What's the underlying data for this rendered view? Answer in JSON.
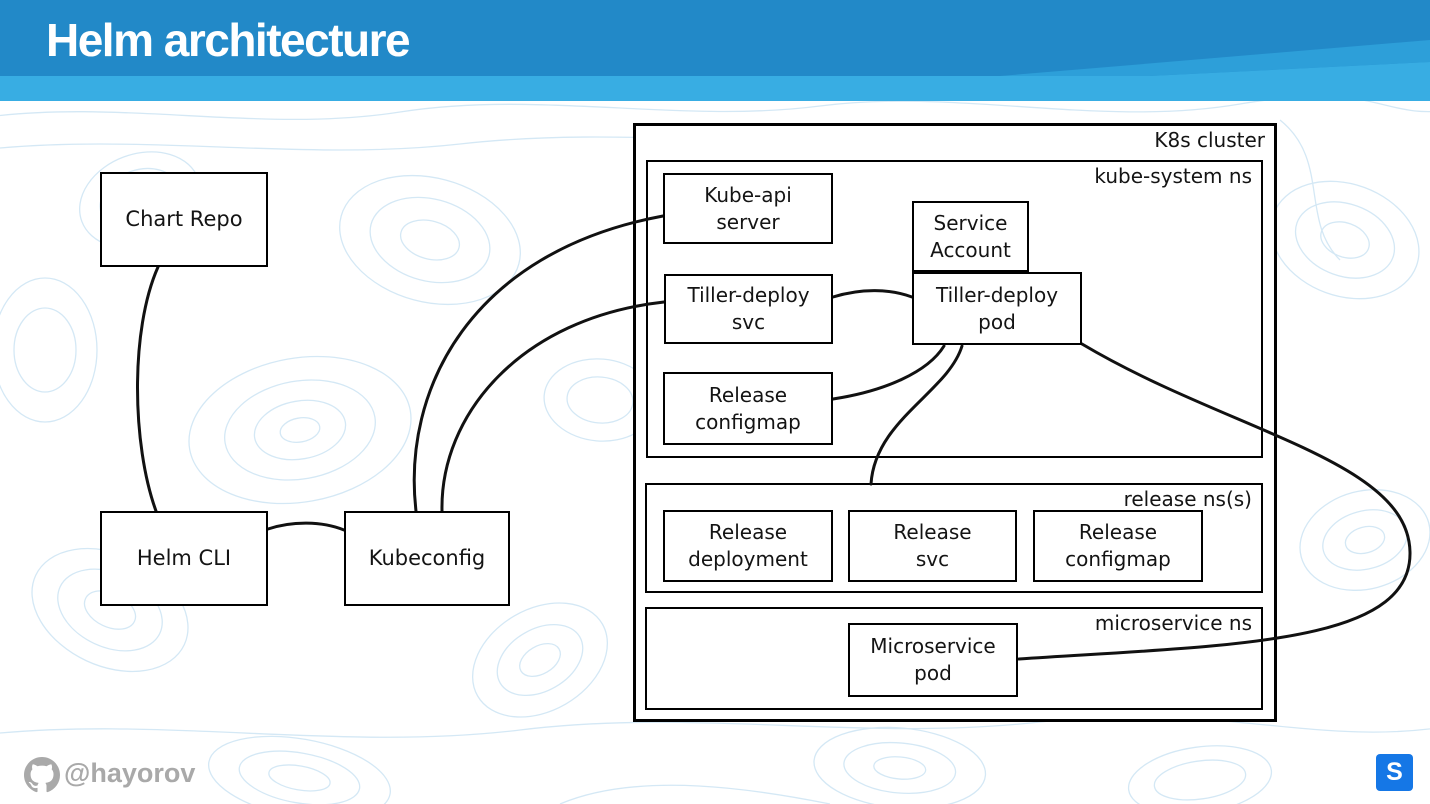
{
  "slide": {
    "title": "Helm architecture"
  },
  "colors": {
    "header_dark": "#2289c8",
    "header_wedge": "#2d9fd9",
    "header_band": "#38ade3",
    "contour_line": "#d4e8f5",
    "diagram_line": "#111111",
    "footer_gray": "#a9a9a9",
    "logo_blue": "#1577e6"
  },
  "diagram": {
    "containers": {
      "cluster": {
        "label": "K8s cluster"
      },
      "kube_system": {
        "label": "kube-system ns"
      },
      "release_ns": {
        "label": "release ns(s)"
      },
      "microservice_ns": {
        "label": "microservice ns"
      }
    },
    "nodes": {
      "chart_repo": {
        "label": "Chart Repo",
        "lines": [
          "Chart Repo"
        ]
      },
      "helm_cli": {
        "label": "Helm CLI",
        "lines": [
          "Helm CLI"
        ]
      },
      "kubeconfig": {
        "label": "Kubeconfig",
        "lines": [
          "Kubeconfig"
        ]
      },
      "kube_api": {
        "label": "Kube-api server",
        "lines": [
          "Kube-api",
          "server"
        ]
      },
      "service_account": {
        "label": "Service Account",
        "lines": [
          "Service",
          "Account"
        ]
      },
      "tiller_svc": {
        "label": "Tiller-deploy svc",
        "lines": [
          "Tiller-deploy",
          "svc"
        ]
      },
      "tiller_pod": {
        "label": "Tiller-deploy pod",
        "lines": [
          "Tiller-deploy",
          "pod"
        ]
      },
      "release_configmap_ks": {
        "label": "Release configmap",
        "lines": [
          "Release",
          "configmap"
        ]
      },
      "release_deployment": {
        "label": "Release deployment",
        "lines": [
          "Release",
          "deployment"
        ]
      },
      "release_svc": {
        "label": "Release svc",
        "lines": [
          "Release",
          "svc"
        ]
      },
      "release_configmap": {
        "label": "Release configmap",
        "lines": [
          "Release",
          "configmap"
        ]
      },
      "microservice_pod": {
        "label": "Microservice pod",
        "lines": [
          "Microservice",
          "pod"
        ]
      }
    },
    "edges": [
      {
        "from": "Chart Repo",
        "to": "Helm CLI"
      },
      {
        "from": "Helm CLI",
        "to": "Kubeconfig"
      },
      {
        "from": "Kubeconfig",
        "to": "Kube-api server"
      },
      {
        "from": "Kubeconfig",
        "to": "Tiller-deploy svc"
      },
      {
        "from": "Tiller-deploy svc",
        "to": "Tiller-deploy pod"
      },
      {
        "from": "Release configmap (kube-system ns)",
        "to": "Tiller-deploy pod"
      },
      {
        "from": "Tiller-deploy pod",
        "to": "release ns(s)"
      },
      {
        "from": "Tiller-deploy pod",
        "to": "Microservice pod"
      }
    ]
  },
  "footer": {
    "handle": "@hayorov",
    "github_icon": "github-octocat-icon",
    "logo_letter": "S"
  }
}
